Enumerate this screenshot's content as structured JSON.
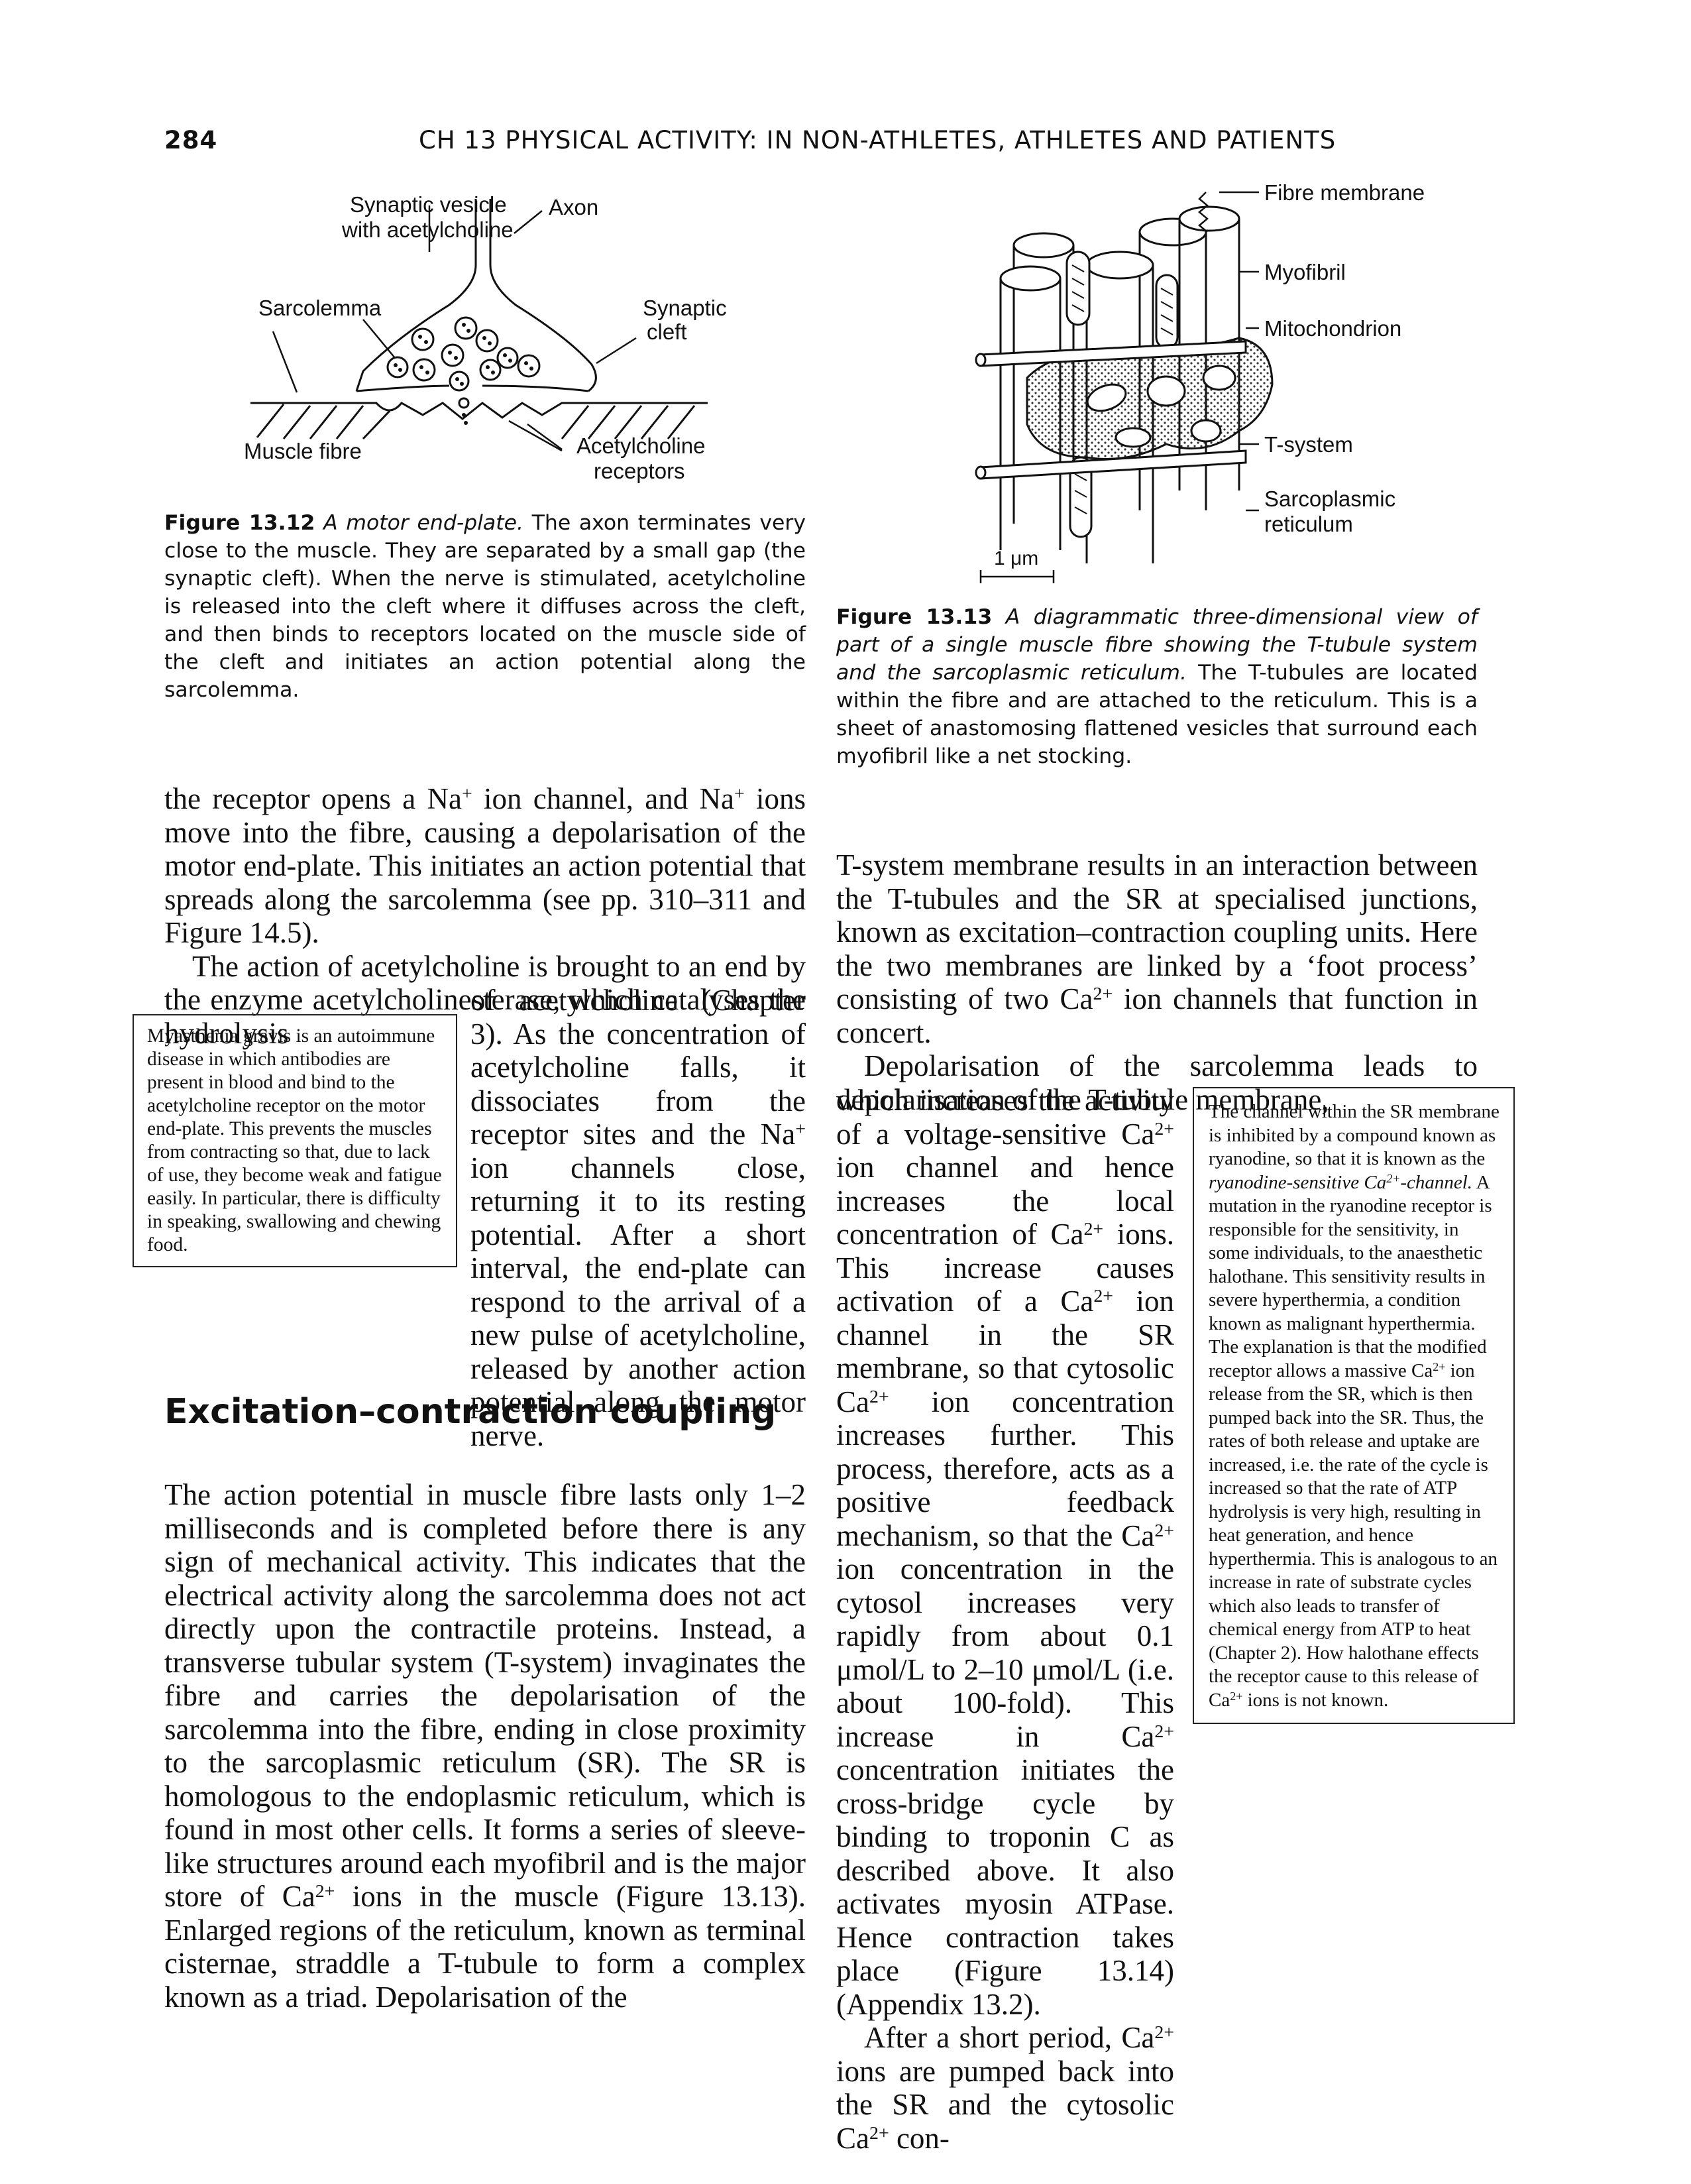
{
  "header": {
    "page_number": "284",
    "running_title": "CH 13  PHYSICAL ACTIVITY: IN NON-ATHLETES, ATHLETES AND PATIENTS"
  },
  "figure_13_12": {
    "labels": {
      "synaptic_vesicle_1": "Synaptic vesicle",
      "synaptic_vesicle_2": "with acetylcholine",
      "axon": "Axon",
      "sarcolemma": "Sarcolemma",
      "synaptic_cleft_1": "Synaptic",
      "synaptic_cleft_2": "cleft",
      "muscle_fibre": "Muscle fibre",
      "ach_receptors_1": "Acetylcholine",
      "ach_receptors_2": "receptors"
    },
    "caption_label": "Figure 13.12",
    "caption_title": "A motor end-plate.",
    "caption_text": "The axon terminates very close to the muscle. They are separated by a small gap (the synaptic cleft). When the nerve is stimulated, acetylcholine is released into the cleft where it diffuses across the cleft, and then binds to receptors located on the muscle side of the cleft and initiates an action potential along the sarcolemma."
  },
  "figure_13_13": {
    "labels": {
      "fibre_membrane": "Fibre membrane",
      "myofibril": "Myofibril",
      "mitochondrion": "Mitochondrion",
      "t_system": "T-system",
      "sarcoplasmic_1": "Sarcoplasmic",
      "sarcoplasmic_2": "reticulum",
      "scale": "1 μm"
    },
    "caption_label": "Figure 13.13",
    "caption_title": "A diagrammatic three-dimensional view of part of a single muscle fibre showing the T-tubule system and the sarcoplasmic reticulum.",
    "caption_text": "The T-tubules are located within the fibre and are attached to the reticulum. This is a sheet of anastomosing flattened vesicles that surround each myofibril like a net stocking."
  },
  "left_column": {
    "para1_a": "the receptor opens a Na",
    "para1_b": " ion channel, and Na",
    "para1_c": " ions move into the fibre, causing a depolarisation of the motor end-plate. This initiates an action potential that spreads along the sarcolemma (see pp. 310–311 and Figure 14.5).",
    "para2_a": "The action of acetylcholine is brought to an end by the enzyme acetylcholinesterase, which catalyses the hydrolysis",
    "para2_b_1": "of acetylcholine (Chapter 3). As the concentration of acetylcholine falls, it dissociates from the receptor sites and the Na",
    "para2_b_2": " ion channels close, returning it to its resting potential. After a short interval, the end-plate can respond to the arrival of a new pulse of acetylcholine, released by another action potential along the motor nerve.",
    "sidebox": "Myasthenia gravis is an autoimmune disease in which antibodies are present in blood and bind to the acetylcholine receptor on the motor end-plate. This prevents the muscles from contracting so that, due to lack of use, they become weak and fatigue easily. In particular, there is difficulty in speaking, swallowing and chewing food.",
    "heading": "Excitation–contraction coupling",
    "para3_a": "The action potential in muscle fibre lasts only 1–2 milliseconds and is completed before there is any sign of mechanical activity. This indicates that the electrical activity along the sarcolemma does not act directly upon the contractile proteins. Instead, a transverse tubular system (T-system) invaginates the fibre and carries the depolarisation of the sarcolemma into the fibre, ending in close proximity to the sarcoplasmic reticulum (SR). The SR is homologous to the endoplasmic reticulum, which is found in most other cells. It forms a series of sleeve-like structures around each myofibril and is the major store of Ca",
    "para3_b": " ions in the muscle (Figure 13.13). Enlarged regions of the reticulum, known as terminal cisternae, straddle a T-tubule to form a complex known as a triad. Depolarisation of the"
  },
  "right_column": {
    "para1_a": "T-system membrane results in an interaction between the T-tubules and the SR at specialised junctions, known as excitation–contraction coupling units. Here the two membranes are linked by a ‘foot process’ consisting of two Ca",
    "para1_b": " ion channels that function in concert.",
    "para2_a": "Depolarisation of the sarcolemma leads to depolarisation of the T-tubule membrane,",
    "para2_b": "which increases the activity of a voltage-sensitive Ca",
    "para2_c": " ion channel and hence increases the local concentration of Ca",
    "para2_d": " ions. This increase causes activation of a Ca",
    "para2_e": " ion channel in the SR membrane, so that cytosolic Ca",
    "para2_f": " ion concentration increases further. This process, therefore, acts as a positive feedback mechanism, so that the Ca",
    "para2_g": " ion concentration in the cytosol increases very rapidly from about 0.1 μmol/L to 2–10 μmol/L (i.e. about 100-fold). This increase in Ca",
    "para2_h": " concentration initiates the cross-bridge cycle by binding to troponin C as described above. It also activates myosin ATPase. Hence contraction takes place (Figure 13.14) (Appendix 13.2).",
    "para3_a": "After a short period, Ca",
    "para3_b": " ions are pumped back into the SR and the cytosolic Ca",
    "para3_c": " con-",
    "sidebox_a": "The channel within the SR membrane is inhibited by a compound known as ryanodine, so that it is known as the ",
    "sidebox_italic_a": "ryanodine-sensitive Ca",
    "sidebox_italic_b": "-channel.",
    "sidebox_b": " A mutation in the ryanodine receptor is responsible for the sensitivity, in some individuals, to the anaesthetic halothane. This sensitivity results in severe hyperthermia, a condition known as malignant hyperthermia. The explanation is that the modified receptor allows a massive Ca",
    "sidebox_c": " ion release from the SR, which is then pumped back into the SR. Thus, the rates of both release and uptake are increased, i.e. the rate of the cycle is increased so that the rate of ATP hydrolysis is very high, resulting in heat generation, and hence hyperthermia. This is analogous to an increase in rate of substrate cycles which also leads to transfer of chemical energy from ATP to heat (Chapter 2). How halothane effects the receptor cause to this release of Ca",
    "sidebox_d": " ions is not known."
  },
  "superscripts": {
    "na": "+",
    "ca": "2+"
  }
}
